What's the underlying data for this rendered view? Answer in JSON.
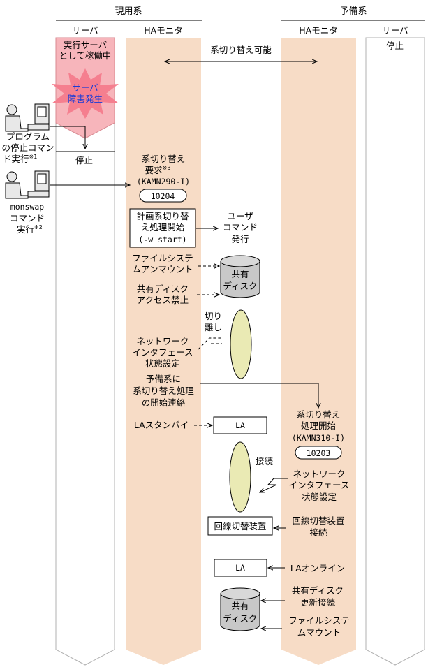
{
  "header": {
    "active_system": "現用系",
    "standby_system": "予備系"
  },
  "columns": {
    "server_left": "サーバ",
    "ha_left": "HAモニタ",
    "ha_right": "HAモニタ",
    "server_right": "サーバ"
  },
  "switch_possible": "系切り替え可能",
  "server_left": {
    "running": [
      "実行サーバ",
      "として稼働中"
    ],
    "failure": [
      "サーバ",
      "障害発生"
    ],
    "stopped": "停止"
  },
  "server_right": {
    "stopped": "停止"
  },
  "operators": {
    "program_stop": [
      "プログラム",
      "の停止コマン",
      "ド実行"
    ],
    "program_stop_note": "※1",
    "monswap": [
      "monswap",
      "コマンド",
      "実行"
    ],
    "monswap_note": "※2"
  },
  "active_ha": {
    "switch_request": [
      "系切り替え",
      "要求",
      "(KAMN290-I)"
    ],
    "switch_request_note": "※3",
    "msg_id_1": "10204",
    "planned_switch": [
      "計画系切り替",
      "え処理開始",
      "(-w start)"
    ],
    "user_command": [
      "ユーザ",
      "コマンド",
      "発行"
    ],
    "fs_unmount": [
      "ファイルシステ",
      "ムアンマウント"
    ],
    "shared_disk_access_block": [
      "共有ディスク",
      "アクセス禁止"
    ],
    "disconnect": [
      "切り",
      "離し"
    ],
    "network_if": [
      "ネットワーク",
      "インタフェース",
      "状態設定"
    ],
    "notify_standby": [
      "予備系に",
      "系切り替え処理",
      "の開始連絡"
    ],
    "la_standby": "LAスタンバイ"
  },
  "standby_ha": {
    "switch_start": [
      "系切り替え",
      "処理開始",
      "(KAMN310-I)"
    ],
    "msg_id_2": "10203",
    "connect": "接続",
    "network_if": [
      "ネットワーク",
      "インタフェース",
      "状態設定"
    ],
    "line_switch_connect": [
      "回線切替装置",
      "接続"
    ],
    "la_online": "LAオンライン",
    "shared_disk_update": [
      "共有ディスク",
      "更新接続"
    ],
    "fs_mount": [
      "ファイルシステ",
      "ムマウント"
    ]
  },
  "resources": {
    "shared_disk": [
      "共有",
      "ディスク"
    ],
    "la": "LA",
    "line_switch": "回線切替装置"
  },
  "colors": {
    "ha_band": "#f7dcc6",
    "running_pink": "#f7b5bb",
    "burst_pink": "#f57f8f",
    "ellipse": "#eaeab4",
    "disk": "#c8c8c8"
  }
}
